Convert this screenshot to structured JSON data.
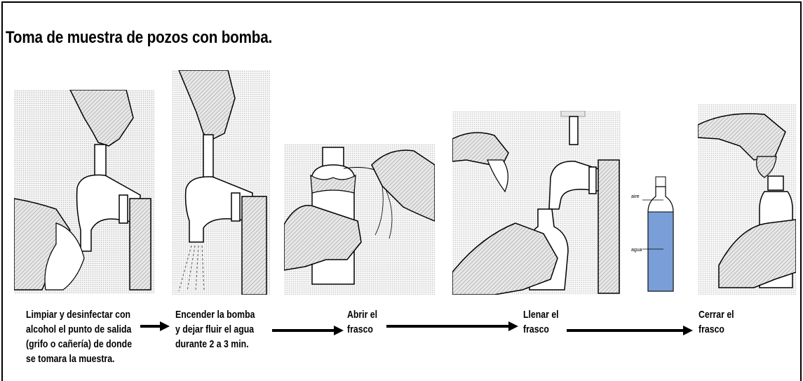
{
  "title": "Toma de muestra de pozos con bomba.",
  "steps": [
    {
      "lines": [
        "Limpiar y desinfectar con",
        "alcohol el punto de salida",
        "(grifo o cañería) de donde",
        "se tomara la muestra."
      ]
    },
    {
      "lines": [
        "Encender la bomba",
        "y dejar fluir el agua",
        "durante 2 a 3 min."
      ]
    },
    {
      "lines": [
        "Abrir el",
        "frasco"
      ]
    },
    {
      "lines": [
        "Llenar el",
        "frasco"
      ]
    },
    {
      "lines": [
        "Cerrar el",
        "frasco"
      ]
    }
  ],
  "bottle_labels": {
    "air": "aire",
    "water": "agua"
  },
  "colors": {
    "water": "#7a9fd8",
    "ink": "#000000",
    "shade": "#cfcfcf"
  }
}
